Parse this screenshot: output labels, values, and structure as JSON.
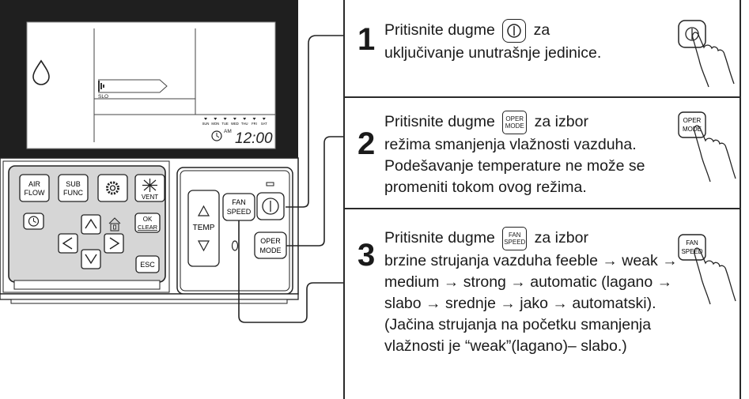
{
  "remote": {
    "buttons": {
      "air_flow": [
        "AIR",
        "FLOW"
      ],
      "sub_func": [
        "SUB",
        "FUNC"
      ],
      "vent": "VENT",
      "ok": "OK",
      "clear": "CLEAR",
      "esc": "ESC",
      "fan_speed": [
        "FAN",
        "SPEED"
      ],
      "oper_mode": [
        "OPER",
        "MODE"
      ],
      "temp": "TEMP"
    },
    "display": {
      "slo": "SLO",
      "days": [
        "SUN",
        "MON",
        "TUE",
        "WED",
        "THU",
        "FRI",
        "SAT"
      ],
      "am": "AM",
      "time": "12:00"
    }
  },
  "steps": [
    {
      "number": "1",
      "text_before": "Pritisnite dugme",
      "text_after": "za",
      "text_rest": "uključivanje unutrašnje jedinice."
    },
    {
      "number": "2",
      "text_before": "Pritisnite dugme",
      "button": [
        "OPER",
        "MODE"
      ],
      "text_after": "za izbor",
      "text_rest": "režima smanjenja vlažnosti vazduha. Podešavanje temperature ne može se promeniti tokom ovog režima."
    },
    {
      "number": "3",
      "text_before": "Pritisnite dugme",
      "button": [
        "FAN",
        "SPEED"
      ],
      "text_after": "za izbor",
      "text_rest": "brzine strujanja vazduha feeble → weak → medium → strong → automatic (lagano → slabo → srednje → jako → automatski). (Jačina strujanja na početku smanjenja vlažnosti je “weak”(lagano)– slabo.)"
    }
  ],
  "hand_labels": {
    "step2": [
      "OPER",
      "MODE"
    ],
    "step3": [
      "FAN",
      "SPEED"
    ]
  }
}
